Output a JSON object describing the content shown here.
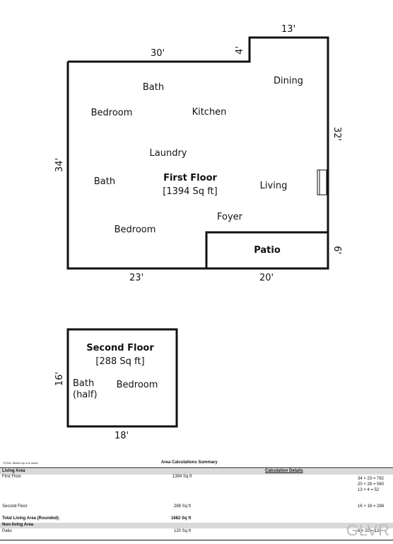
{
  "first_floor": {
    "title": "First Floor",
    "area": "[1394 Sq ft]",
    "rooms": {
      "bath_top": "Bath",
      "dining": "Dining",
      "bedroom_top": "Bedroom",
      "kitchen": "Kitchen",
      "laundry": "Laundry",
      "bath_left": "Bath",
      "living": "Living",
      "foyer": "Foyer",
      "bedroom_bottom": "Bedroom",
      "patio": "Patio"
    },
    "dimensions": {
      "top_main": "30'",
      "top_step": "4'",
      "top_right": "13'",
      "left": "34'",
      "right": "32'",
      "patio_side": "6'",
      "bottom_left": "23'",
      "bottom_right": "20'"
    }
  },
  "second_floor": {
    "title": "Second Floor",
    "area": "[288 Sq ft]",
    "rooms": {
      "bath_line1": "Bath",
      "bath_line2": "(half)",
      "bedroom": "Bedroom"
    },
    "dimensions": {
      "left": "16'",
      "bottom": "18'"
    }
  },
  "summary": {
    "sketch_note": "TOTAL Sketch by a la mode",
    "title": "Area Calculations Summary",
    "living_area": "Living Area",
    "calc_details": "Calculation Details",
    "rows": [
      {
        "name": "First Floor",
        "value": "1394 Sq ft",
        "calcs": [
          "34 × 23 = 782",
          "20 × 28 = 560",
          "13 × 4 = 52"
        ]
      },
      {
        "name": "Second Floor",
        "value": "288 Sq ft",
        "calcs": [
          "16 × 18 = 288"
        ]
      }
    ],
    "total_label": "Total Living Area (Rounded):",
    "total_value": "1682 Sq ft",
    "non_living": "Non-living Area",
    "patio": {
      "name": "Patio",
      "value": "120 Sq ft",
      "calc": "6 × 20 = 120"
    }
  },
  "watermark": "GLVR"
}
